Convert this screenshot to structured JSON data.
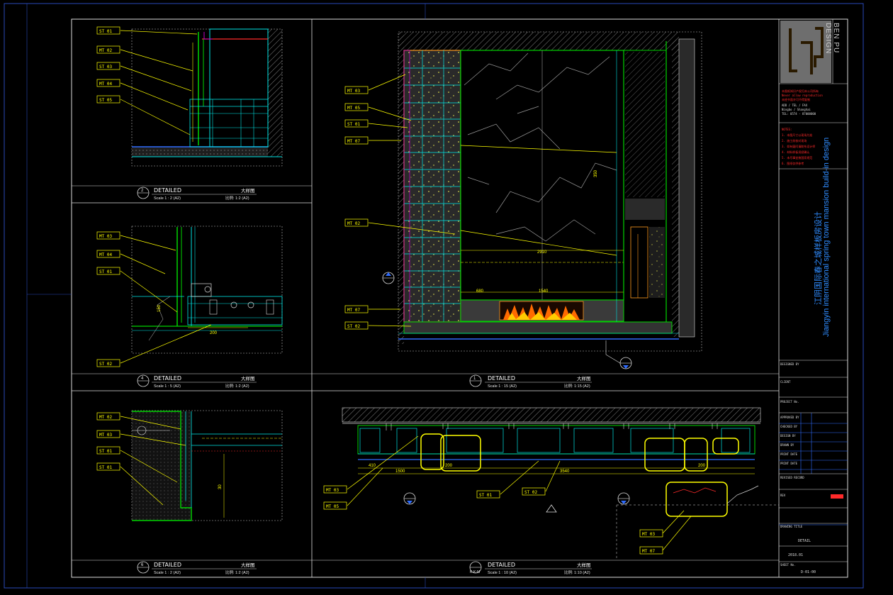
{
  "title_block": {
    "brand": "BEN PU DESIGN",
    "project_cn": "江阴国际春之城样板房设计",
    "project_en": "Jiangyin international spring town mansion build-in design",
    "field_labels": [
      "DESIGNED BY",
      "APPROVED BY",
      "CHECKED BY",
      "DRAWN BY",
      "PROJECT NO.",
      "DATE",
      "SHEET NO."
    ],
    "sheet_no": "D-01-00",
    "date": "2018.01",
    "sheet_desc": "DETAIL"
  },
  "details": [
    {
      "id": "detail-1",
      "num": "2",
      "title": "DETAILED",
      "scale": "Scale 1 : 2 (A2)",
      "cn": "大样图",
      "cn_scale": "比例: 1:2 (A2)"
    },
    {
      "id": "detail-2",
      "num": "4",
      "title": "DETAILED",
      "scale": "Scale 1 : 5 (A2)",
      "cn": "大样图",
      "cn_scale": "比例: 1:2 (A2)"
    },
    {
      "id": "detail-3",
      "num": "1",
      "title": "DETAILED",
      "scale": "Scale 1 : 15 (A2)",
      "cn": "大样图",
      "cn_scale": "比例: 1:15 (A2)"
    },
    {
      "id": "detail-4",
      "num": "6",
      "title": "DETAILED",
      "scale": "Scale 1 : 2 (A2)",
      "cn": "大样图",
      "cn_scale": "比例: 1:2 (A2)"
    },
    {
      "id": "detail-5",
      "num": "K-K-M",
      "title": "DETAILED",
      "scale": "Scale 1 : 10 (A2)",
      "cn": "大样图",
      "cn_scale": "比例: 1:10 (A2)"
    }
  ],
  "dims": {
    "fp_2910": "2910",
    "fp_680": "680",
    "fp_1540": "1540",
    "fp_350": "350",
    "plan_1500": "1500",
    "plan_3540": "3540",
    "plan_410": "410",
    "plan_200": "200",
    "d2_200": "200",
    "d2_150": "150",
    "d4_30": "30"
  },
  "colors": {
    "cyan": "#00e5e5",
    "green": "#00d400",
    "yellow": "#ffff00",
    "orange": "#ff9a1f",
    "blue": "#2f6cff",
    "magenta": "#c000c0",
    "red": "#ff2a2a",
    "white": "#e6e6e6",
    "grey": "#8a8a8a"
  }
}
